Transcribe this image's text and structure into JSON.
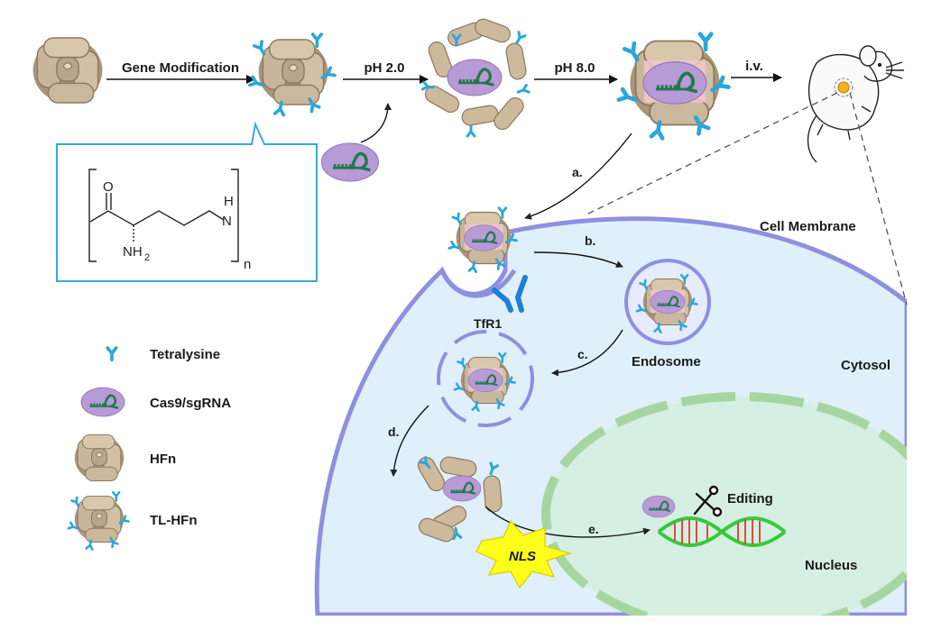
{
  "steps": {
    "gene_modification": "Gene Modification",
    "ph_low": "pH 2.0",
    "ph_high": "pH 8.0",
    "iv": "i.v.",
    "a": "a.",
    "b": "b.",
    "c": "c.",
    "d": "d.",
    "e": "e."
  },
  "cell": {
    "membrane": "Cell Membrane",
    "receptor": "TfR1",
    "endosome": "Endosome",
    "cytosol": "Cytosol",
    "nucleus": "Nucleus",
    "editing": "Editing",
    "nls": "NLS"
  },
  "structure": {
    "carbonyl_o": "O",
    "amide_h": "H",
    "amide_n": "N",
    "amine": "NH",
    "amine_sub": "2",
    "repeat": "n"
  },
  "legend": [
    {
      "label": "Tetralysine"
    },
    {
      "label": "Cas9/sgRNA"
    },
    {
      "label": "HFn"
    },
    {
      "label": "TL-HFn"
    }
  ],
  "colors": {
    "cage": "#c9b69a",
    "cage_dark": "#8c7860",
    "tetralysine": "#2aa6dc",
    "cas9": "#b89ad6",
    "sgrna": "#1f7a4a",
    "cytosol": "#dff0fb",
    "membrane": "#8f8fe0",
    "nucleus": "#d5efe3",
    "receptor": "#1e7fd8",
    "dna": "#35c93a",
    "nls": "#ffff1a",
    "box_border": "#38a8d8"
  }
}
